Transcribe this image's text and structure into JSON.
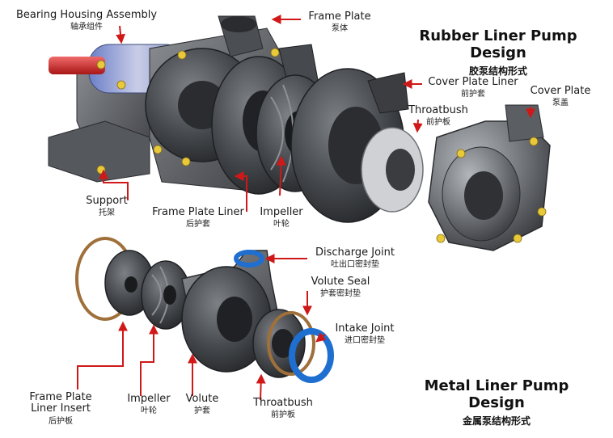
{
  "titles": {
    "rubber": {
      "en": "Rubber Liner Pump Design",
      "zh": "胶泵结构形式"
    },
    "metal": {
      "en": "Metal Liner Pump Design",
      "zh": "金属泵结构形式"
    }
  },
  "labels": {
    "bearing_housing": {
      "en": "Bearing Housing Assembly",
      "zh": "轴承组件"
    },
    "frame_plate": {
      "en": "Frame Plate",
      "zh": "泵体"
    },
    "cover_plate_liner": {
      "en": "Cover Plate Liner",
      "zh": "前护套"
    },
    "cover_plate": {
      "en": "Cover Plate",
      "zh": "泵盖"
    },
    "throatbush_top": {
      "en": "Throatbush",
      "zh": "前护板"
    },
    "support": {
      "en": "Support",
      "zh": "托架"
    },
    "frame_plate_liner": {
      "en": "Frame Plate Liner",
      "zh": "后护套"
    },
    "impeller_top": {
      "en": "Impeller",
      "zh": "叶轮"
    },
    "discharge_joint": {
      "en": "Discharge Joint",
      "zh": "吐出口密封垫"
    },
    "volute_seal": {
      "en": "Volute Seal",
      "zh": "护套密封垫"
    },
    "intake_joint": {
      "en": "Intake Joint",
      "zh": "进口密封垫"
    },
    "frame_plate_liner_insert": {
      "en_line1": "Frame Plate",
      "en_line2": "Liner Insert",
      "zh": "后护板"
    },
    "impeller_bottom": {
      "en": "Impeller",
      "zh": "叶轮"
    },
    "volute": {
      "en": "Volute",
      "zh": "护套"
    },
    "throatbush_bottom": {
      "en": "Throatbush",
      "zh": "前护板"
    }
  },
  "colors": {
    "arrow": "#d01818",
    "metal_dark": "#3a3c40",
    "metal_mid": "#6e7176",
    "metal_light": "#a9acb0",
    "bolt": "#e8c93a",
    "shaft": "#d02a2a",
    "seal_blue": "#1f6fd0",
    "seal_bronze": "#a0703a"
  }
}
